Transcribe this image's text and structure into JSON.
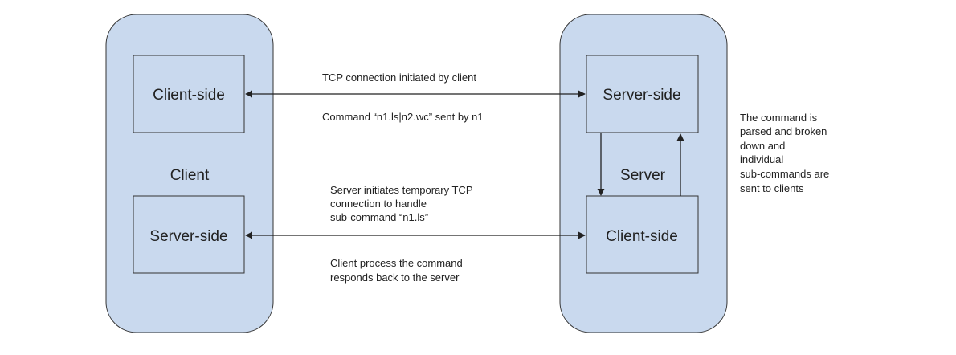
{
  "client_container": {
    "label": "Client",
    "client_side_box": "Client-side",
    "server_side_box": "Server-side"
  },
  "server_container": {
    "label": "Server",
    "server_side_box": "Server-side",
    "client_side_box": "Client-side"
  },
  "top_connection": {
    "line1": "TCP connection initiated by client",
    "line2": "Command “n1.ls|n2.wc” sent by n1"
  },
  "bottom_connection": {
    "above": [
      "Server initiates temporary TCP",
      "connection to handle",
      "sub-command “n1.ls”"
    ],
    "below": [
      "Client process the command",
      "responds back to the server"
    ]
  },
  "side_note": [
    "The command is",
    "parsed and broken",
    "down and",
    "individual",
    "sub-commands are",
    "sent to clients"
  ],
  "colors": {
    "container_fill": "#c9d9ee",
    "container_stroke": "#333333",
    "box_stroke": "#333333",
    "arrow": "#222222"
  }
}
